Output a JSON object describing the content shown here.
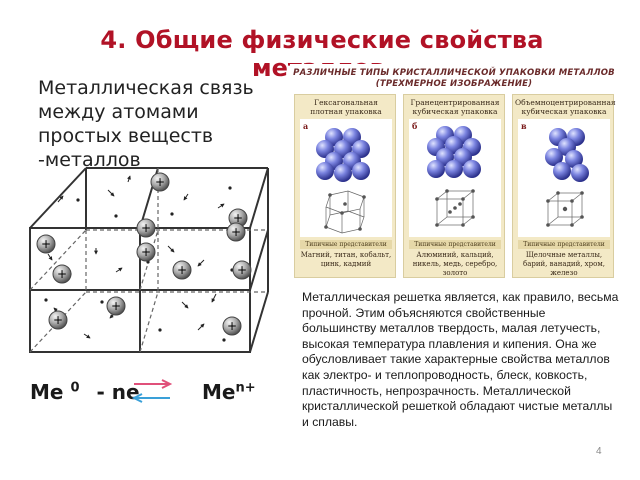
{
  "slide": {
    "title_line1": "4. Общие физические свойства",
    "title_line2": "металлов",
    "bond_text": "Металлическая связь между атомами простых веществ -металлов",
    "page_number": "4",
    "accent_color": "#b11226"
  },
  "crystal_panel": {
    "heading_line1": "РАЗЛИЧНЫЕ ТИПЫ КРИСТАЛЛИЧЕСКОЙ УПАКОВКИ МЕТАЛЛОВ",
    "heading_line2": "(ТРЕХМЕРНОЕ ИЗОБРАЖЕНИЕ)",
    "cards": [
      {
        "title": "Гексагональная плотная упаковка",
        "letter": "а",
        "sub": "Типичные представители",
        "metals": "Магний, титан, кобальт, цинк, кадмий"
      },
      {
        "title": "Гранецентрированная кубическая упаковка",
        "letter": "б",
        "sub": "Типичные представители",
        "metals": "Алюминий, кальций, никель, медь, серебро, золото"
      },
      {
        "title": "Объемноцентрированная кубическая упаковка",
        "letter": "в",
        "sub": "Типичные представители",
        "metals": "Щелочные металлы, барий, ванадий, хром, железо"
      }
    ]
  },
  "equation": {
    "left_symbol": "Me",
    "left_sup": "0",
    "minus": "- ne",
    "right_symbol": "Me",
    "right_sup": "n+",
    "arrow_forward_color": "#e0507a",
    "arrow_back_color": "#3aa0d8"
  },
  "lattice": {
    "ion_label": "+"
  },
  "description": "Металлическая решетка является, как правило, весьма прочной. Этим объясняются свойственные большинству металлов твердость, малая летучесть, высокая температура плавления и кипения. Она же обусловливает такие характерные свойства металлов как электро- и теплопроводность, блеск, ковкость, пластичность, непрозрачность. Металлической кристаллической решеткой обладают чистые металлы и сплавы."
}
